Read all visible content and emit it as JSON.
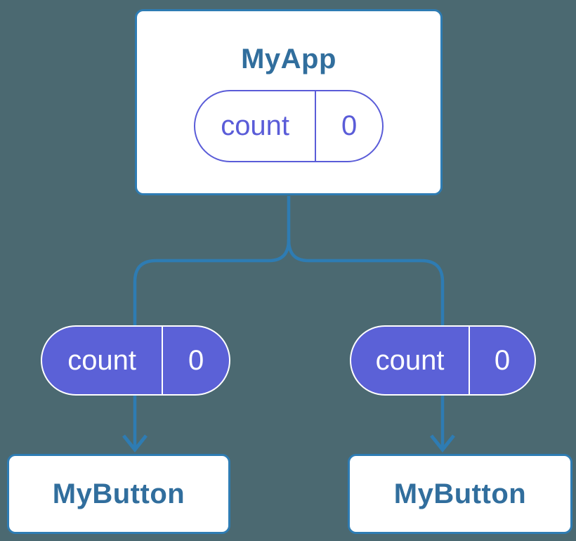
{
  "diagram": {
    "root": {
      "label": "MyApp",
      "state": {
        "name": "count",
        "value": "0"
      }
    },
    "children": [
      {
        "label": "MyButton",
        "prop": {
          "name": "count",
          "value": "0"
        }
      },
      {
        "label": "MyButton",
        "prop": {
          "name": "count",
          "value": "0"
        }
      }
    ],
    "colors": {
      "background": "#4B6971",
      "line": "#2E7CB3",
      "card_bg": "#FFFFFF",
      "card_border": "#2E7CB3",
      "label": "#316E9D",
      "pill_stroke": "#5A5CD8",
      "pill_fill": "#5B61D7",
      "pill_text_light": "#FFFFFF"
    }
  }
}
